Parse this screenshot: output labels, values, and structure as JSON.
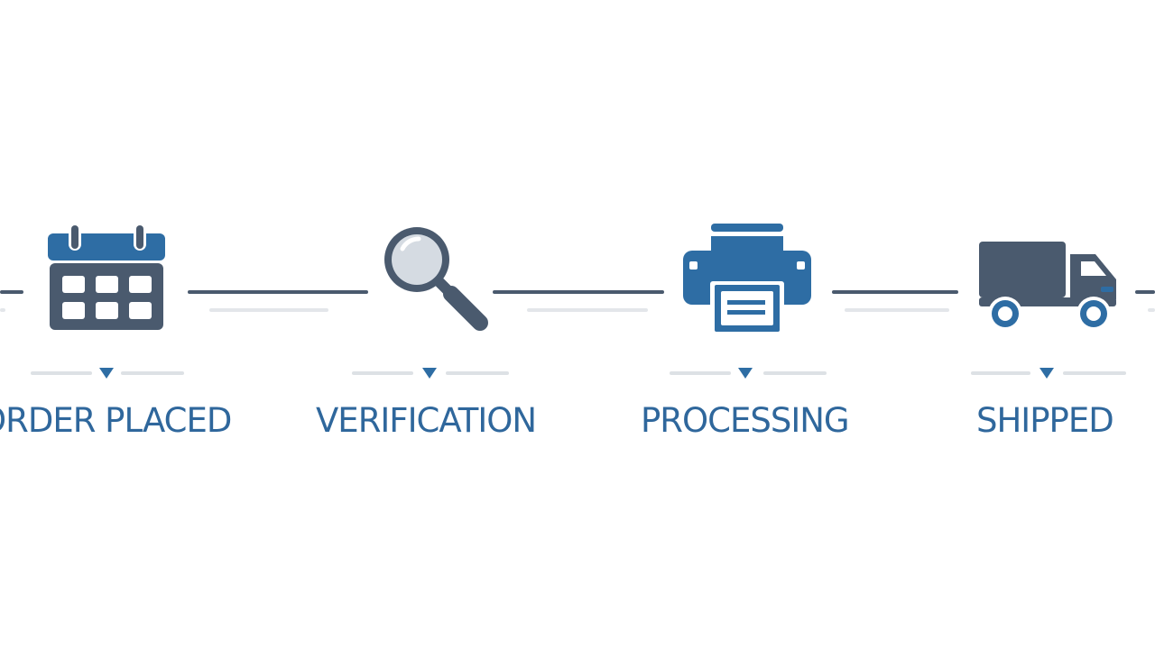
{
  "colors": {
    "primary_blue": "#2e6da4",
    "dark_slate": "#4a5a6e",
    "label_blue": "#2f679c",
    "light_gray": "#dde1e5"
  },
  "steps": [
    {
      "label": "ORDER PLACED",
      "icon": "calendar-icon"
    },
    {
      "label": "VERIFICATION",
      "icon": "magnifying-glass-icon"
    },
    {
      "label": "PROCESSING",
      "icon": "printer-icon"
    },
    {
      "label": "SHIPPED",
      "icon": "truck-icon"
    }
  ]
}
